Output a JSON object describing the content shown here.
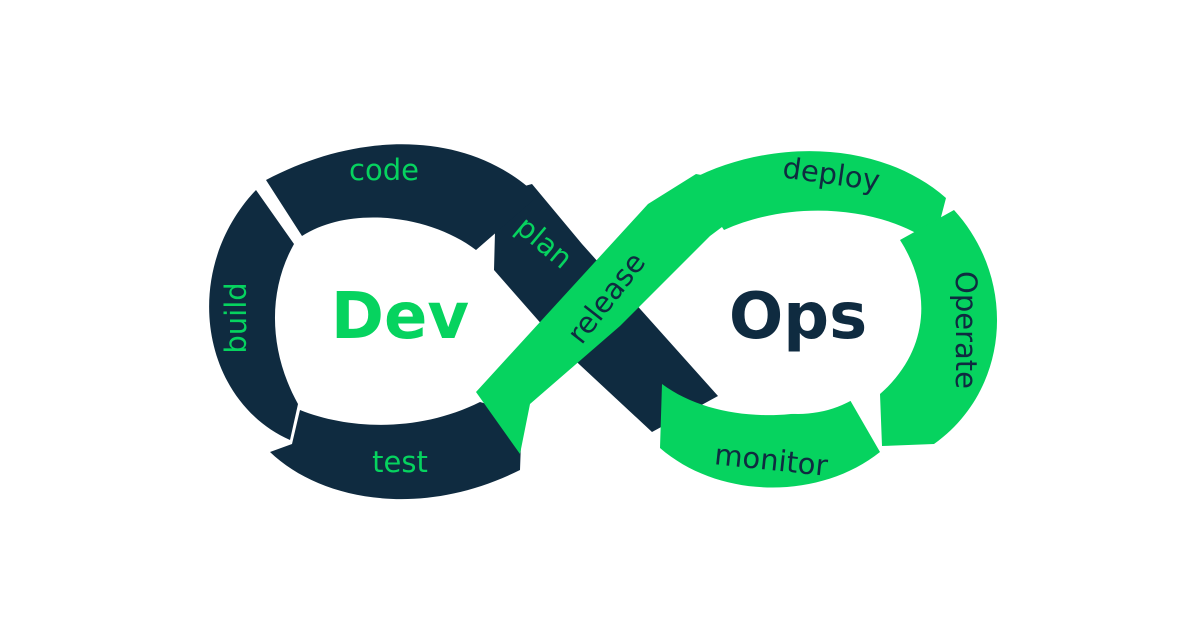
{
  "colors": {
    "background": "#ffffff",
    "dev_segment": "#0f2b40",
    "ops_segment": "#06d35f",
    "dev_text": "#06d35f",
    "ops_text": "#0f2b40"
  },
  "center": {
    "left_word": "Dev",
    "right_word": "Ops"
  },
  "stages": {
    "code": "code",
    "plan": "plan",
    "build": "build",
    "test": "test",
    "release": "release",
    "deploy": "deploy",
    "operate": "Operate",
    "monitor": "monitor"
  }
}
